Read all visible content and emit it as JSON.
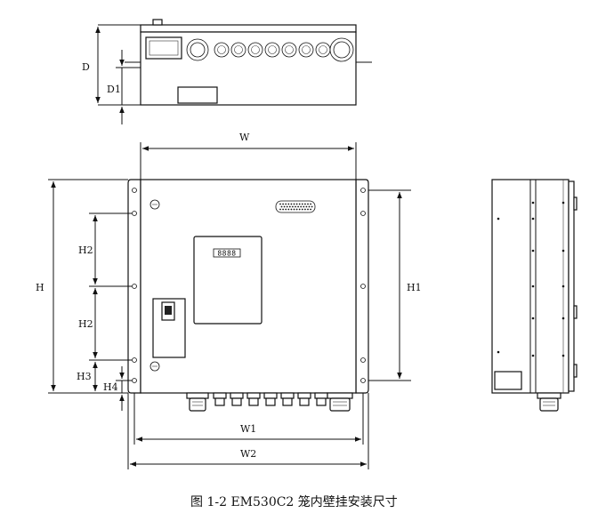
{
  "labels": {
    "d": "D",
    "d1": "D1",
    "w": "W",
    "h": "H",
    "h2a": "H2",
    "h2b": "H2",
    "h3": "H3",
    "h4": "H4",
    "h1": "H1",
    "w1": "W1",
    "w2": "W2"
  },
  "display": "8888",
  "caption": "图 1-2  EM530C2 笼内壁挂安装尺寸"
}
